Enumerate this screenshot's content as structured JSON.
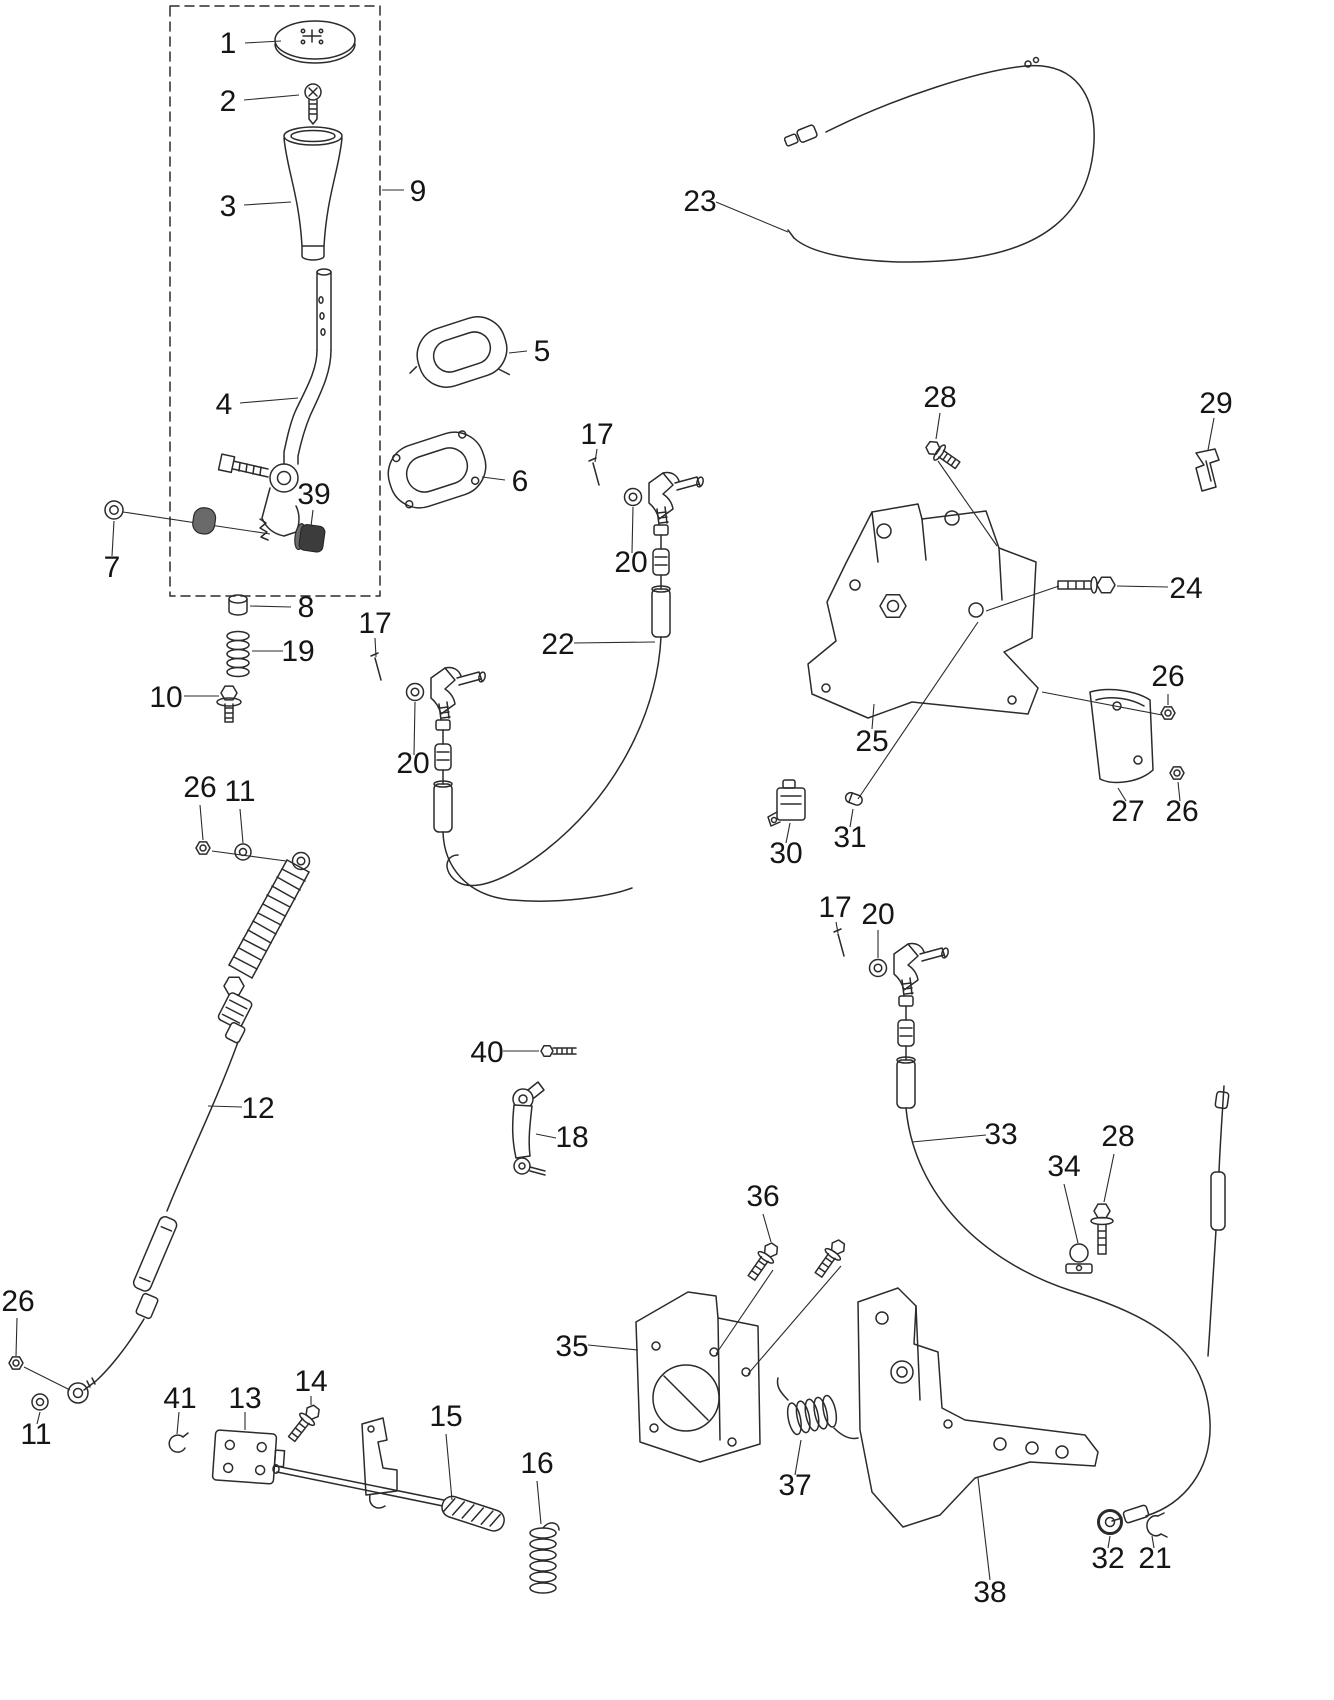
{
  "style": {
    "background": "#ffffff",
    "line_color": "#2b2b2b",
    "label_color": "#151515"
  },
  "callouts": [
    {
      "label": "1"
    },
    {
      "label": "2"
    },
    {
      "label": "3"
    },
    {
      "label": "4"
    },
    {
      "label": "9"
    },
    {
      "label": "5"
    },
    {
      "label": "6"
    },
    {
      "label": "7"
    },
    {
      "label": "39"
    },
    {
      "label": "8"
    },
    {
      "label": "19"
    },
    {
      "label": "10"
    },
    {
      "label": "17"
    },
    {
      "label": "20"
    },
    {
      "label": "22"
    },
    {
      "label": "23"
    },
    {
      "label": "28"
    },
    {
      "label": "29"
    },
    {
      "label": "24"
    },
    {
      "label": "25"
    },
    {
      "label": "26"
    },
    {
      "label": "27"
    },
    {
      "label": "26"
    },
    {
      "label": "30"
    },
    {
      "label": "31"
    },
    {
      "label": "17"
    },
    {
      "label": "20"
    },
    {
      "label": "26"
    },
    {
      "label": "11"
    },
    {
      "label": "12"
    },
    {
      "label": "17"
    },
    {
      "label": "20"
    },
    {
      "label": "33"
    },
    {
      "label": "34"
    },
    {
      "label": "28"
    },
    {
      "label": "40"
    },
    {
      "label": "18"
    },
    {
      "label": "36"
    },
    {
      "label": "35"
    },
    {
      "label": "37"
    },
    {
      "label": "38"
    },
    {
      "label": "32"
    },
    {
      "label": "21"
    },
    {
      "label": "26"
    },
    {
      "label": "11"
    },
    {
      "label": "41"
    },
    {
      "label": "13"
    },
    {
      "label": "14"
    },
    {
      "label": "15"
    },
    {
      "label": "16"
    }
  ]
}
